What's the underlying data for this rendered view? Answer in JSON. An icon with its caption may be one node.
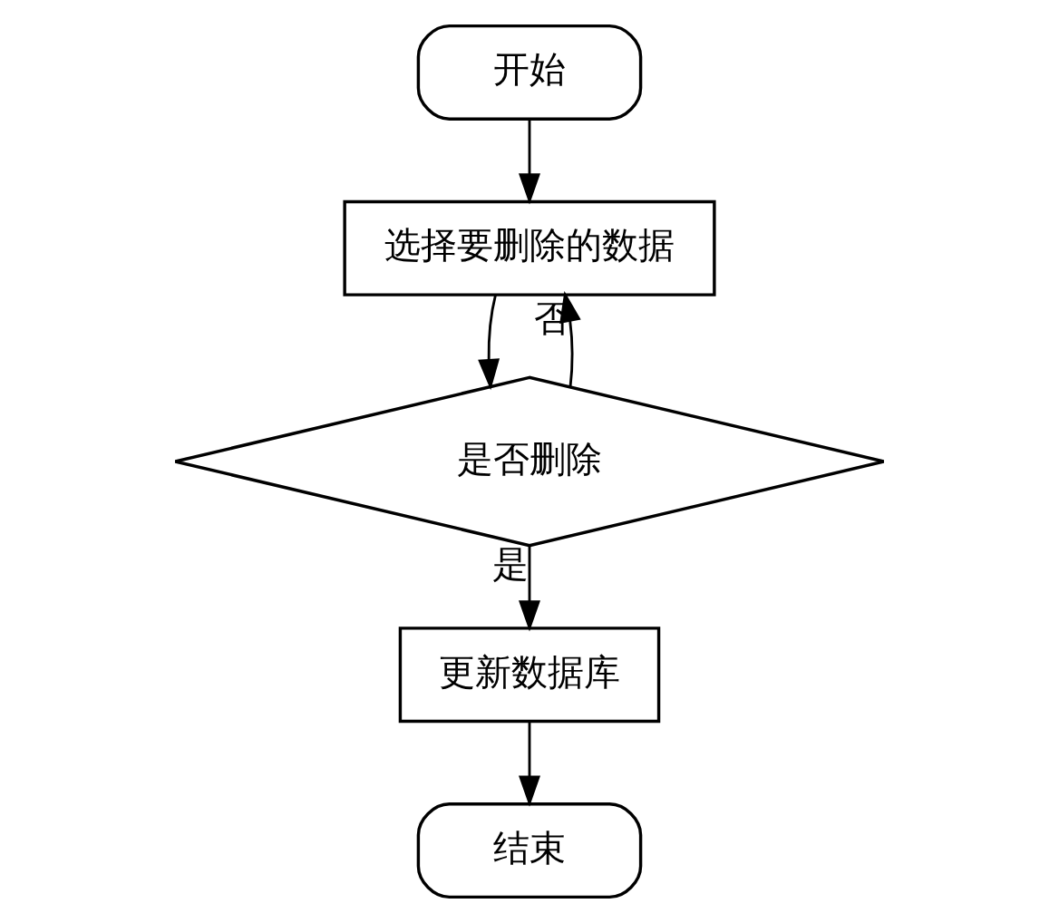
{
  "diagram": {
    "nodes": [
      {
        "text": [
          "开始"
        ]
      },
      {
        "text": [
          "选择要删除的数据"
        ]
      },
      {
        "text": [
          "是否删除"
        ]
      },
      {
        "text": [
          "更新数据库"
        ]
      },
      {
        "text": [
          "结束"
        ]
      }
    ],
    "edges": [
      {
        "from": 0,
        "to": 1,
        "arrow": "to"
      },
      {
        "from": 1,
        "to": 2,
        "arrow": "to"
      },
      {
        "from": 2,
        "to": 1,
        "arrow": "to",
        "label": "否"
      },
      {
        "from": 2,
        "to": 3,
        "arrow": "to",
        "label": "是"
      },
      {
        "from": 3,
        "to": 4,
        "arrow": "to"
      }
    ]
  }
}
